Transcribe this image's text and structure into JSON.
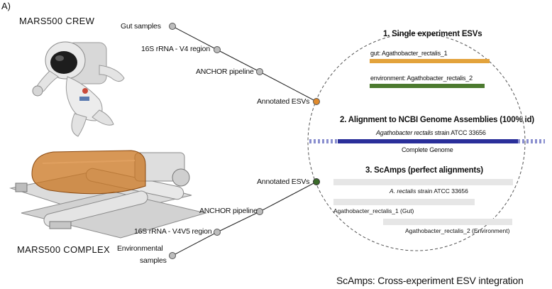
{
  "panel_label": "A)",
  "crew_label": "MARS500 CREW",
  "complex_label": "MARS500 COMPLEX",
  "top_pipeline": {
    "steps": [
      "Gut samples",
      "16S rRNA - V4 region",
      "ANCHOR pipeline",
      "Annotated ESVs"
    ],
    "end_color": "#e08a2c"
  },
  "bottom_pipeline": {
    "steps": [
      "Annotated ESVs",
      "ANCHOR pipeline",
      "16S rRNA - V4V5 region"
    ],
    "env_line1": "Environmental",
    "env_line2": "samples",
    "end_color": "#3a6b2a"
  },
  "section1": {
    "title": "1. Single experiment ESVs",
    "gut_label": "gut:  Agathobacter_rectalis_1",
    "env_label": "environment: Agathobacter_rectalis_2",
    "gut_color": "#e3a33c",
    "env_color": "#4c7a2f"
  },
  "section2": {
    "title": "2. Alignment to NCBI Genome Assemblies (100% id)",
    "strain_italic": "Agathobacter rectalis",
    "strain_rest": " strain ATCC 33656",
    "genome_label": "Complete Genome",
    "genome_color": "#2a2f9a",
    "dash_color": "#8a8fcf"
  },
  "section3": {
    "title": "3. ScAmps (perfect alignments)",
    "ref_italic": "A. rectalis",
    "ref_rest": " strain ATCC 33656",
    "gut_label": "Agathobacter_rectalis_1 (Gut)",
    "env_label": "Agathobacter_rectalis_2 (Environment)",
    "bar_color": "#e6e6e6"
  },
  "footer": "ScAmps: Cross-experiment ESV integration"
}
